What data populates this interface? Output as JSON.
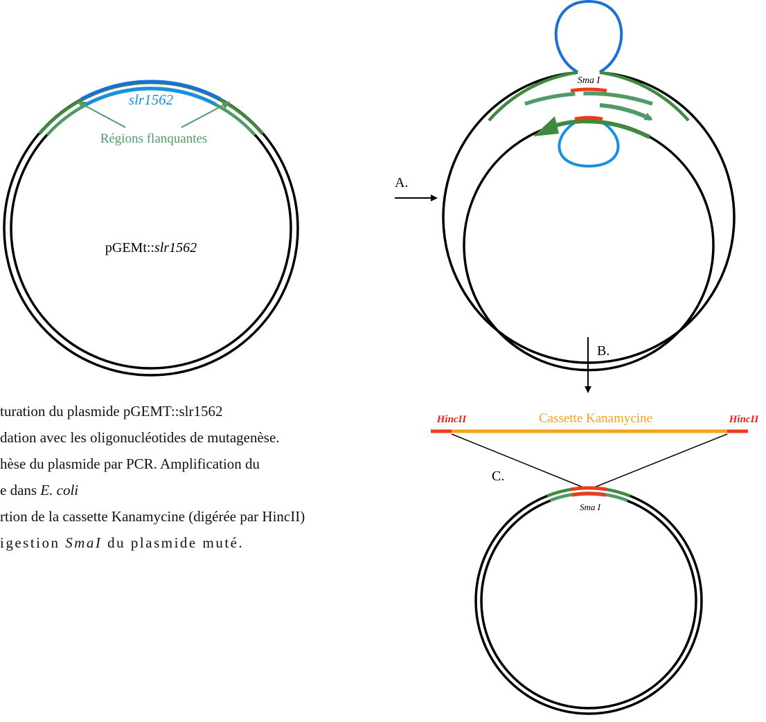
{
  "colors": {
    "backbone": "#000000",
    "gene": "#1a8ee0",
    "gene_dark": "#1b6fd6",
    "flank": "#4f9a68",
    "flank_dark": "#3e8a3e",
    "smai_site": "#ee3a1e",
    "cassette": "#f6a31c",
    "hinc_label": "#e8211b"
  },
  "plasmid1": {
    "gene_label": "slr1562",
    "flank_label": "Régions flanquantes",
    "name_prefix": "pGEMt::",
    "name_italic": "slr1562"
  },
  "plasmid2": {
    "site_label": "Sma I"
  },
  "plasmid3": {
    "site_label": "Sma I"
  },
  "cassette": {
    "label": "Cassette Kanamycine",
    "left_site": "HincII",
    "right_site": "HincII"
  },
  "steps": {
    "a": "A.",
    "b": "B.",
    "c": "C."
  },
  "caption": {
    "line1": "turation du plasmide pGEMT::slr1562",
    "line2": "dation avec les oligonucléotides de mutagenèse.",
    "line3": "hèse du plasmide par PCR. Amplification du",
    "line4_prefix": "e dans ",
    "line4_italic": "E. coli",
    "line5": "rtion de la cassette Kanamycine (digérée par HincII)",
    "line6_prefix": "igestion ",
    "line6_italic": "SmaI",
    "line6_suffix": " du plasmide muté."
  }
}
